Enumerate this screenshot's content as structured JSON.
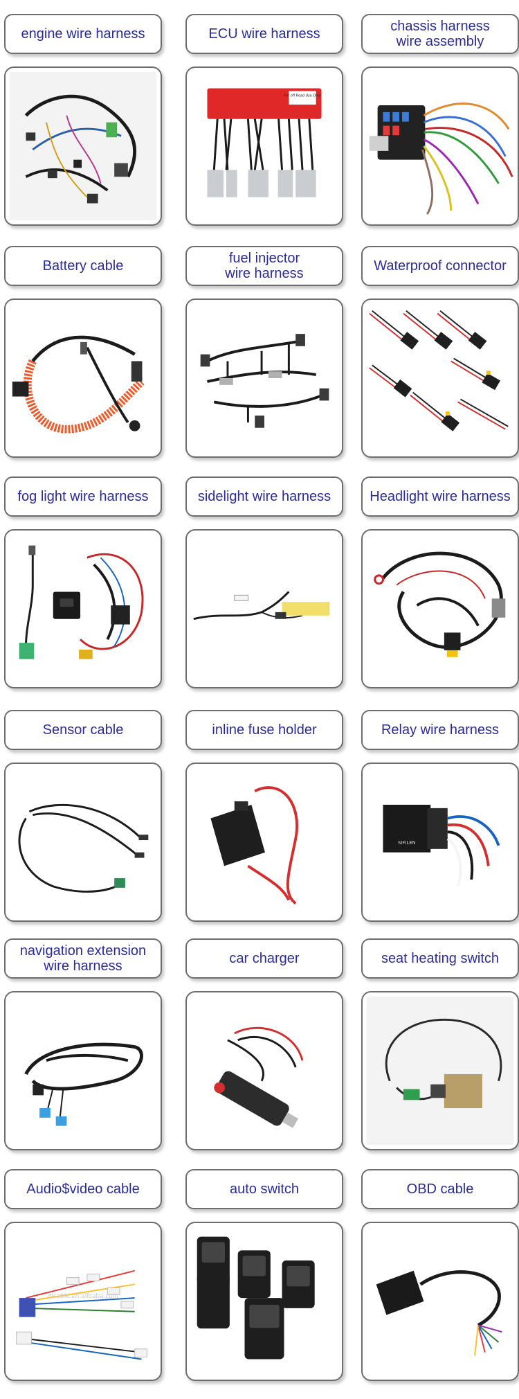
{
  "products": [
    {
      "label": "engine wire harness",
      "image": "engine-wire-harness-photo"
    },
    {
      "label": "ECU wire harness",
      "image": "ecu-wire-harness-photo"
    },
    {
      "label": "chassis harness\nwire assembly",
      "image": "chassis-harness-photo"
    },
    {
      "label": "Battery cable",
      "image": "battery-cable-photo"
    },
    {
      "label": "fuel injector\nwire harness",
      "image": "fuel-injector-harness-photo"
    },
    {
      "label": "Waterproof connector",
      "image": "waterproof-connector-photo"
    },
    {
      "label": "fog light wire harness",
      "image": "fog-light-harness-photo"
    },
    {
      "label": "sidelight wire harness",
      "image": "sidelight-harness-photo"
    },
    {
      "label": "Headlight wire harness",
      "image": "headlight-harness-photo"
    },
    {
      "label": "Sensor cable",
      "image": "sensor-cable-photo"
    },
    {
      "label": "inline fuse holder",
      "image": "inline-fuse-holder-photo"
    },
    {
      "label": "Relay wire harness",
      "image": "relay-harness-photo"
    },
    {
      "label": "navigation extension\nwire harness",
      "image": "navigation-extension-harness-photo"
    },
    {
      "label": "car charger",
      "image": "car-charger-photo"
    },
    {
      "label": "seat heating switch",
      "image": "seat-heating-switch-photo"
    },
    {
      "label": "Audio$video cable",
      "image": "audio-video-cable-photo"
    },
    {
      "label": "auto switch",
      "image": "auto-switch-photo"
    },
    {
      "label": "OBD cable",
      "image": "obd-cable-photo"
    }
  ],
  "photo_text": {
    "ecu_sticker": "For off Road Use Only",
    "relay_marking": "SIFILEN",
    "watermark": "dlcable.en.alibaba.com"
  }
}
